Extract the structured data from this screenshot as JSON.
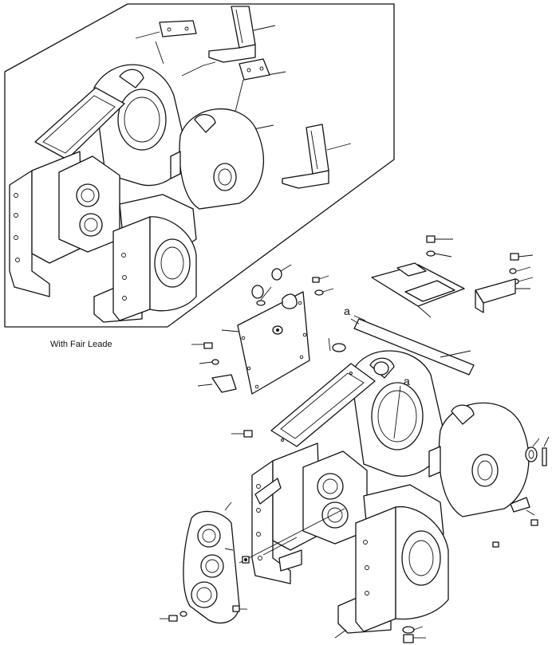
{
  "inset_caption": "With Fair Leade",
  "reference_mark_1": "a",
  "reference_mark_2": "a",
  "colors": {
    "ink": "#111111",
    "paper": "#ffffff"
  }
}
